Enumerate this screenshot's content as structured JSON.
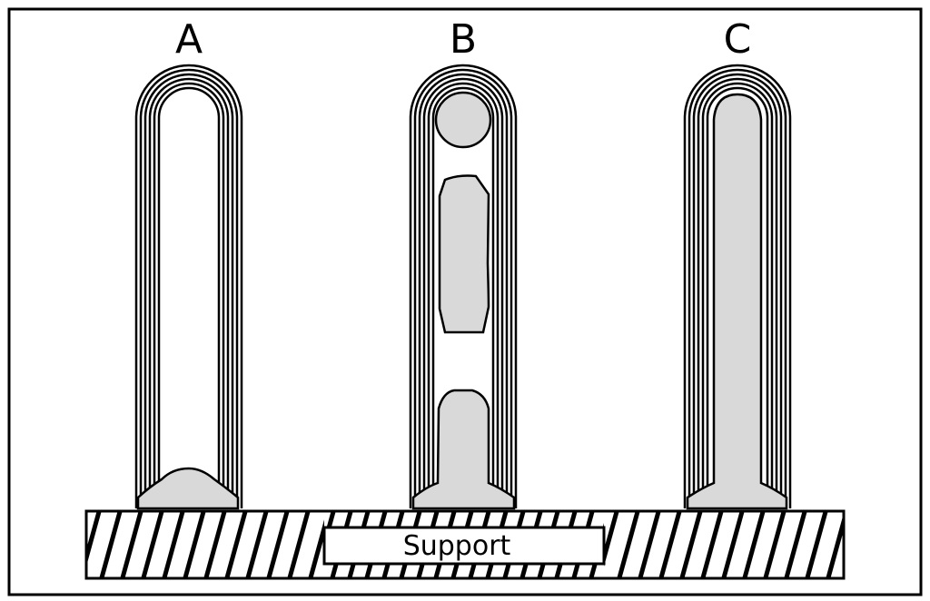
{
  "panels": [
    {
      "letter": "A"
    },
    {
      "letter": "B"
    },
    {
      "letter": "C"
    }
  ],
  "support": {
    "label": "Support"
  },
  "colors": {
    "line": "#000000",
    "fill": "#d9d9d9",
    "background": "#ffffff"
  }
}
